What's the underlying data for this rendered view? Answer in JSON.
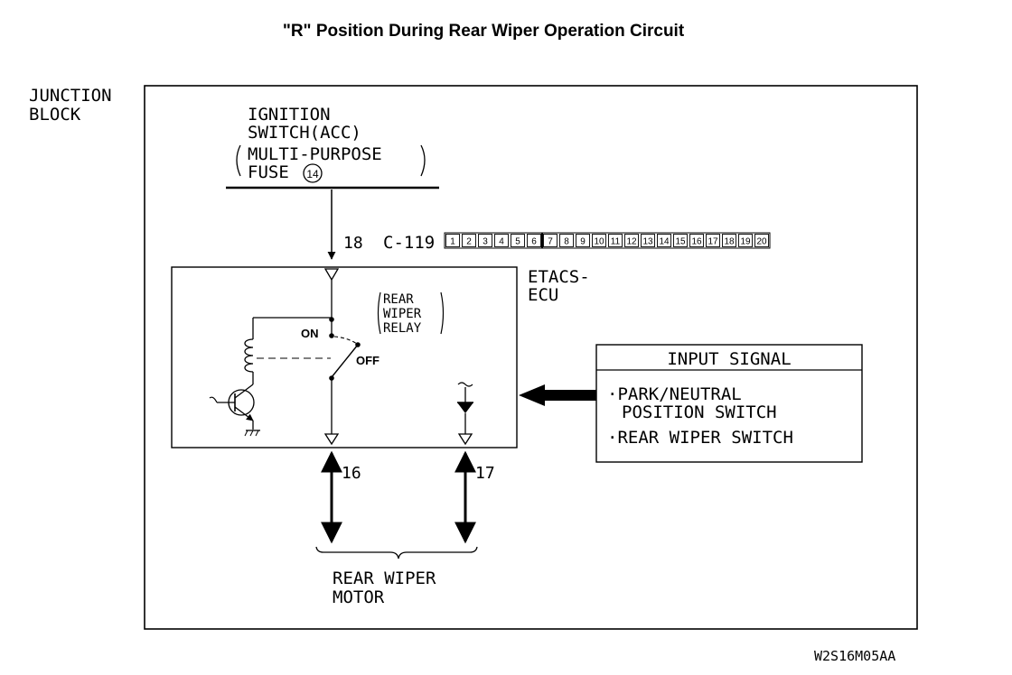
{
  "title": "\"R\" Position During Rear Wiper Operation Circuit",
  "junction_block": {
    "line1": "JUNCTION",
    "line2": "BLOCK"
  },
  "ignition": {
    "line1": "IGNITION",
    "line2": "SWITCH(ACC)",
    "line3": "MULTI-PURPOSE",
    "line4": "FUSE",
    "fuse_number": "14"
  },
  "connector": {
    "pin_in": "18",
    "name": "C-119",
    "pins": [
      "1",
      "2",
      "3",
      "4",
      "5",
      "6",
      "7",
      "8",
      "9",
      "10",
      "11",
      "12",
      "13",
      "14",
      "15",
      "16",
      "17",
      "18",
      "19",
      "20"
    ]
  },
  "ecu": {
    "line1": "ETACS-",
    "line2": "ECU"
  },
  "relay": {
    "line1": "REAR",
    "line2": "WIPER",
    "line3": "RELAY",
    "on_label": "ON",
    "off_label": "OFF"
  },
  "input_signal": {
    "header": "INPUT SIGNAL",
    "item1_line1": "·PARK/NEUTRAL",
    "item1_line2": "POSITION SWITCH",
    "item2": "·REAR WIPER SWITCH"
  },
  "pins_out": {
    "left": "16",
    "right": "17"
  },
  "motor": {
    "line1": "REAR WIPER",
    "line2": "MOTOR"
  },
  "figure_code": "W2S16M05AA"
}
